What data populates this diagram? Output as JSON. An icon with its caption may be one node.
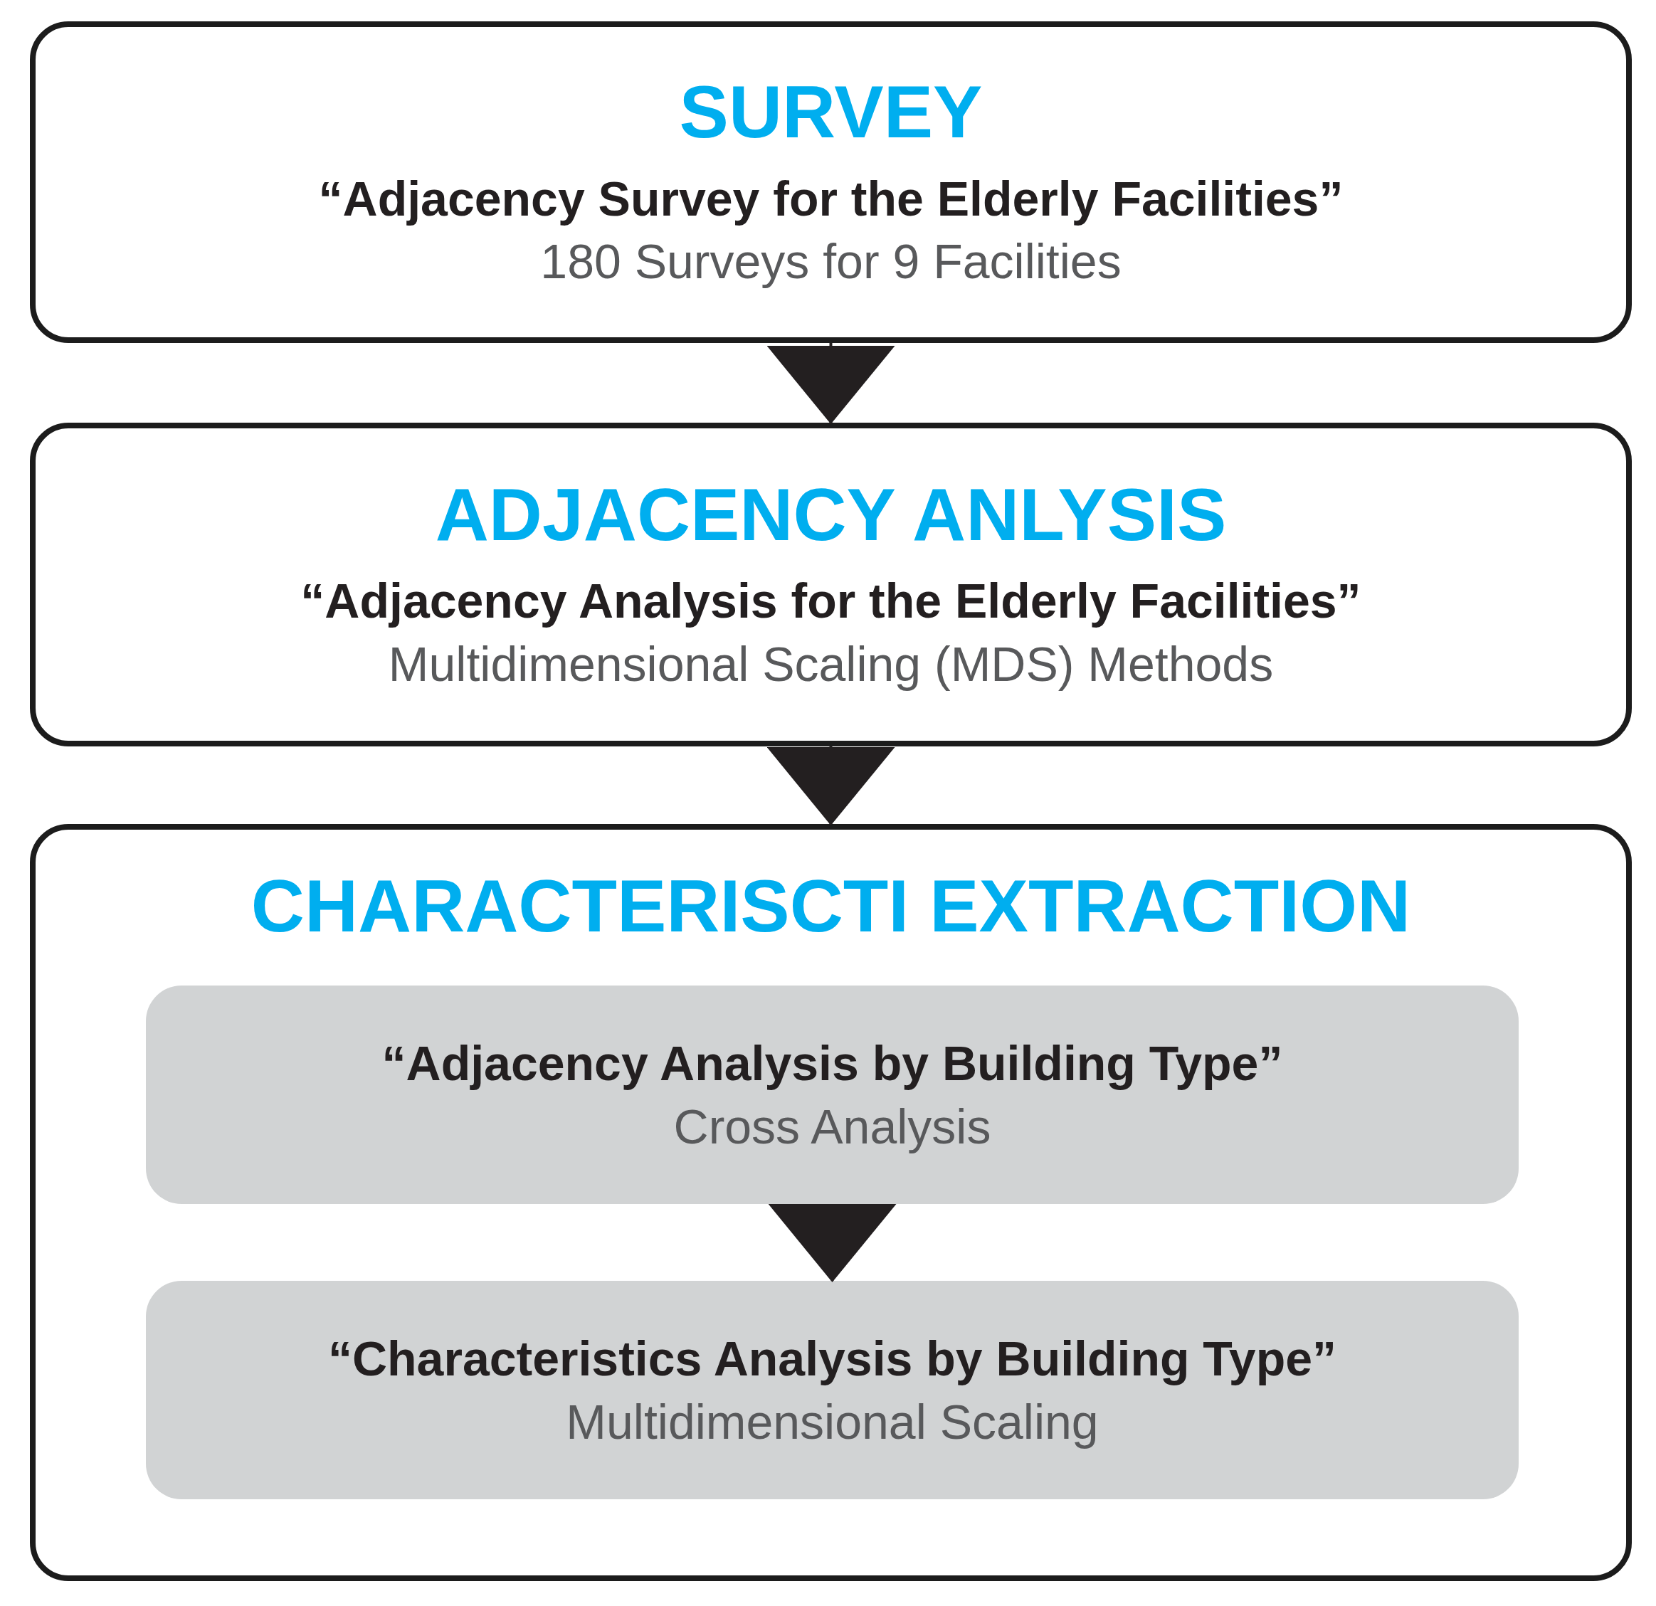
{
  "diagram": {
    "nodes": [
      {
        "text": [
          "SURVEY",
          "“Adjacency Survey for the Elderly Facilities”",
          "180 Surveys for 9 Facilities"
        ]
      },
      {
        "text": [
          "ADJACENCY ANLYSIS",
          "“Adjacency Analysis for the Elderly Facilities”",
          "Multidimensional Scaling (MDS) Methods"
        ]
      },
      {
        "text": [
          "CHARACTERISCTI EXTRACTION"
        ]
      },
      {
        "text": [
          "“Adjacency Analysis by Building Type”",
          "Cross Analysis"
        ],
        "in": 2
      },
      {
        "text": [
          "“Characteristics Analysis by Building Type”",
          "Multidimensional Scaling"
        ],
        "in": 2
      }
    ],
    "edges": [
      {
        "from": 0,
        "to": 1,
        "arrow": "to"
      },
      {
        "from": 1,
        "to": 2,
        "arrow": "to"
      },
      {
        "from": 3,
        "to": 4,
        "arrow": "to"
      }
    ]
  }
}
